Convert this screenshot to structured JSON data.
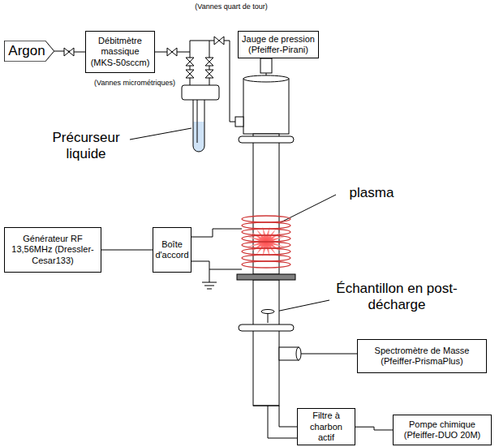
{
  "diagram": {
    "nodes": [
      {
        "text": [
          "Argon"
        ]
      },
      {
        "text": [
          "Débitmètre massique (MKS-50sccm)"
        ]
      },
      {
        "text": [
          "Jauge de pression (Pfeiffer-Pirani)"
        ]
      },
      {
        "text": [
          "Générateur RF 13,56MHz (Dressler-Cesar133)"
        ]
      },
      {
        "text": [
          "Boîte d'accord"
        ]
      },
      {
        "text": [
          "Spectromètre de Masse (Pfeiffer-PrismaPlus)"
        ]
      },
      {
        "text": [
          "Filtre à charbon actif"
        ]
      },
      {
        "text": [
          "Pompe chimique (Pfeiffer-DUO 20M)"
        ]
      }
    ],
    "edges": [
      {
        "from": 0,
        "to": 1,
        "arrow": "none"
      },
      {
        "from": 3,
        "to": 4,
        "arrow": "none"
      },
      {
        "from": 6,
        "to": 7,
        "arrow": "none"
      }
    ],
    "labels": [
      "(Vannes quart de tour)",
      "(Vannes micrométriques)",
      "Précurseur liquide",
      "plasma",
      "Échantillon en post-décharge"
    ]
  }
}
